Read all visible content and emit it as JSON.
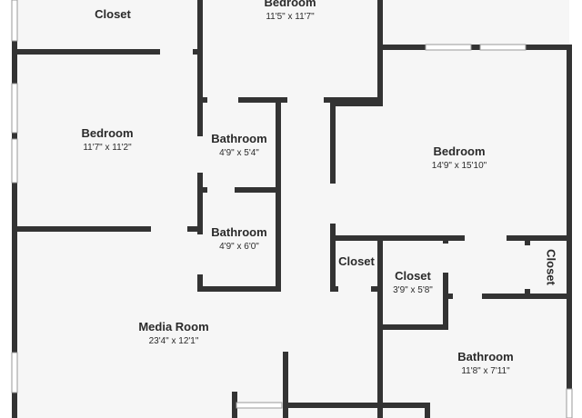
{
  "rooms": [
    {
      "id": "closet-top-left",
      "name": "Closet",
      "dims": ""
    },
    {
      "id": "bedroom-top",
      "name": "Bedroom",
      "dims": "11'5\" x 11'7\""
    },
    {
      "id": "bedroom-left",
      "name": "Bedroom",
      "dims": "11'7\" x 11'2\""
    },
    {
      "id": "bathroom-upper",
      "name": "Bathroom",
      "dims": "4'9\" x 5'4\""
    },
    {
      "id": "bedroom-right",
      "name": "Bedroom",
      "dims": "14'9\" x 15'10\""
    },
    {
      "id": "bathroom-lower",
      "name": "Bathroom",
      "dims": "4'9\" x 6'0\""
    },
    {
      "id": "closet-small",
      "name": "Closet",
      "dims": ""
    },
    {
      "id": "closet-middle",
      "name": "Closet",
      "dims": "3'9\" x 5'8\""
    },
    {
      "id": "closet-right",
      "name": "Closet",
      "dims": ""
    },
    {
      "id": "media-room",
      "name": "Media Room",
      "dims": "23'4\" x 12'1\""
    },
    {
      "id": "bathroom-right",
      "name": "Bathroom",
      "dims": "11'8\" x 7'11\""
    }
  ]
}
